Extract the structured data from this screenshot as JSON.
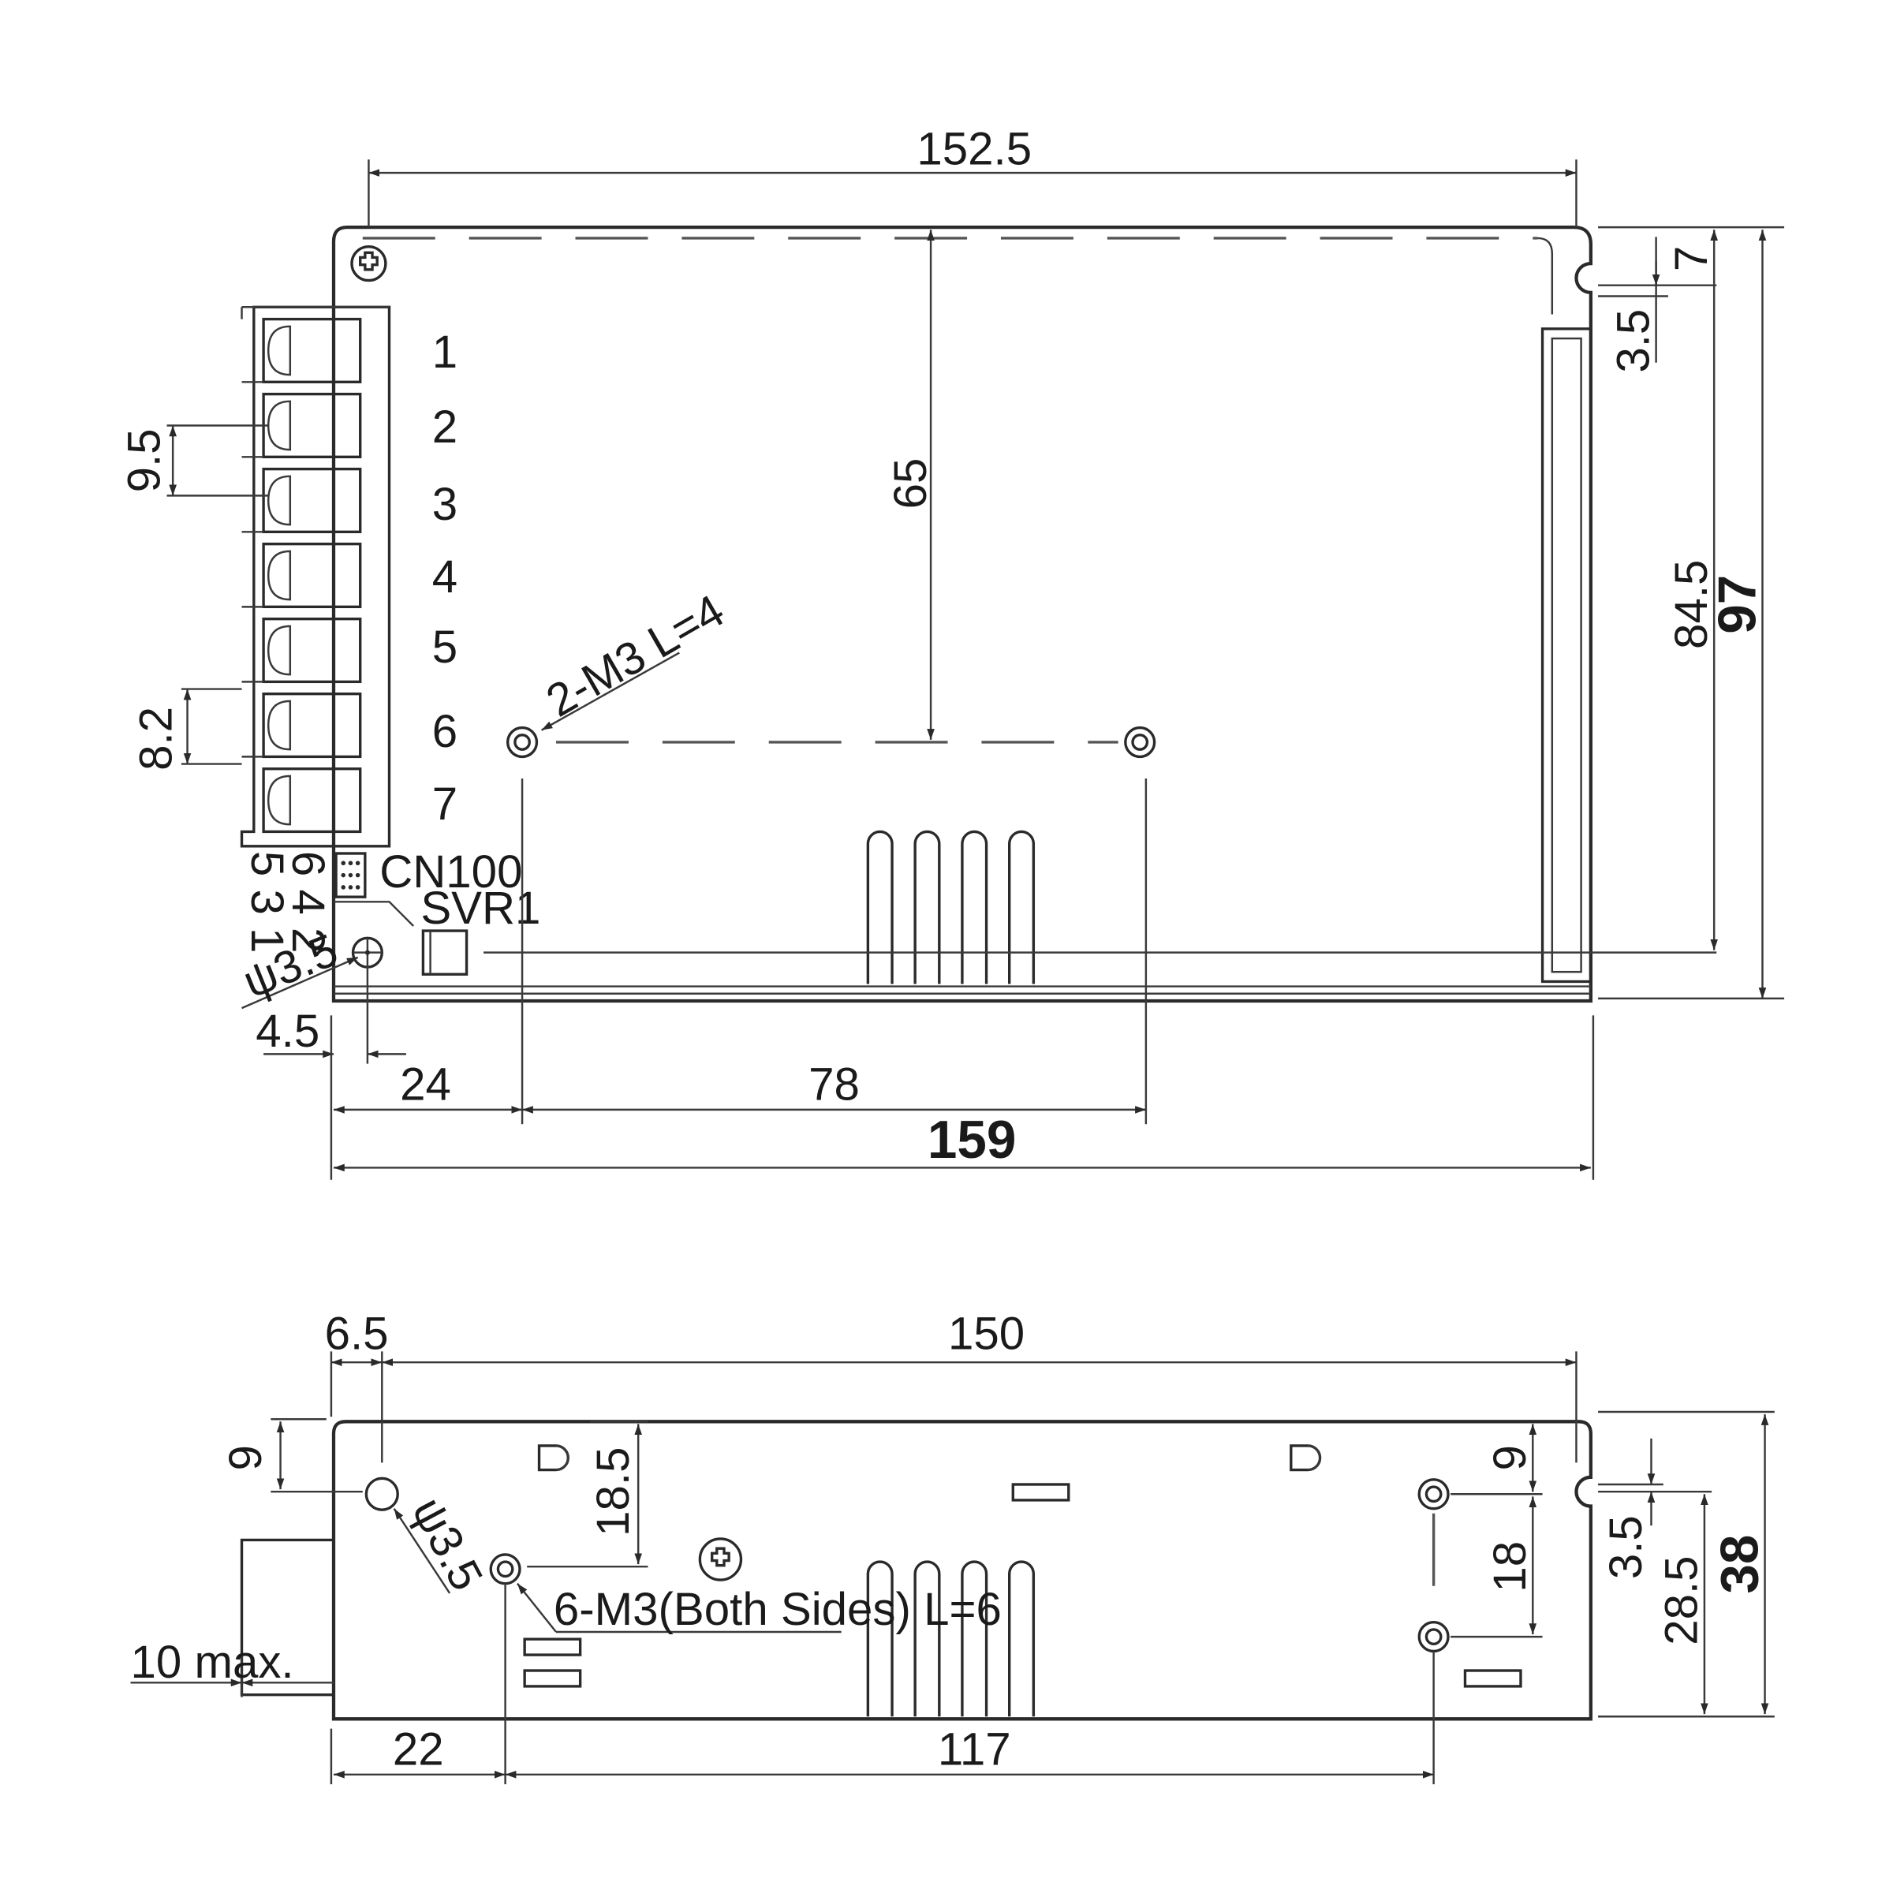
{
  "top_view": {
    "dimensions": {
      "overall_width_top": "152.5",
      "vertical_65": "65",
      "pitch_9_5": "9.5",
      "pitch_8_2": "8.2",
      "right_7": "7",
      "right_3_5": "3.5",
      "right_84_5": "84.5",
      "overall_height": "97",
      "hole_dia": "ψ3.5",
      "offset_4_5": "4.5",
      "offset_24": "24",
      "span_78": "78",
      "overall_width": "159"
    },
    "screw_label": "2-M3 L=4",
    "terminals": [
      "1",
      "2",
      "3",
      "4",
      "5",
      "6",
      "7"
    ],
    "connector": {
      "pins_top": "6 4 2",
      "pins_bottom": "5 3 1",
      "name": "CN100"
    },
    "pot_label": "SVR1"
  },
  "side_view": {
    "dimensions": {
      "offset_6_5": "6.5",
      "width_150": "150",
      "left_9": "9",
      "hole_dia": "ψ3.5",
      "depth_18_5": "18.5",
      "right_9": "9",
      "right_18": "18",
      "right_3_5": "3.5",
      "right_28_5": "28.5",
      "height_38": "38",
      "max_10": "10 max.",
      "offset_22": "22",
      "span_117": "117"
    },
    "screw_label": "6-M3(Both Sides) L=6"
  }
}
